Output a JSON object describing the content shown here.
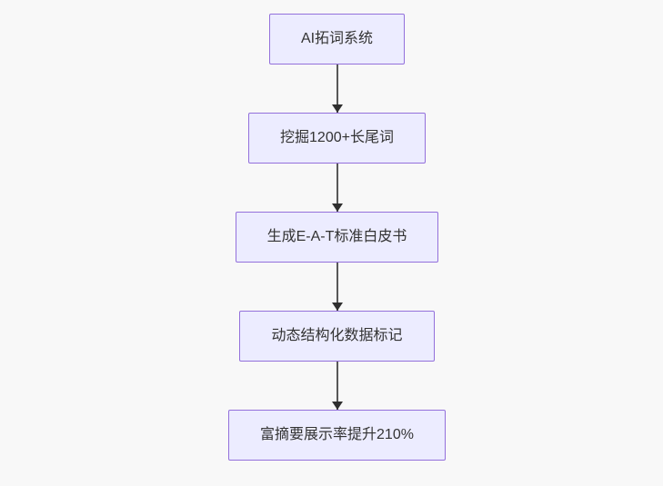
{
  "page": {
    "background_color": "#f8f8f8"
  },
  "flowchart": {
    "type": "flowchart-top-down",
    "direction": "top-to-bottom",
    "colors": {
      "node_fill": "#ECECFF",
      "node_border": "#9370DB",
      "node_text": "#333333",
      "edge_line": "#585858",
      "arrowhead": "#2f2f2f"
    },
    "nodes": [
      {
        "label": "AI拓词系统"
      },
      {
        "label": "挖掘1200+长尾词"
      },
      {
        "label": "生成E-A-T标准白皮书"
      },
      {
        "label": "动态结构化数据标记"
      },
      {
        "label": "富摘要展示率提升210%"
      }
    ],
    "edges": [
      {
        "from": "AI拓词系统",
        "to": "挖掘1200+长尾词"
      },
      {
        "from": "挖掘1200+长尾词",
        "to": "生成E-A-T标准白皮书"
      },
      {
        "from": "生成E-A-T标准白皮书",
        "to": "动态结构化数据标记"
      },
      {
        "from": "动态结构化数据标记",
        "to": "富摘要展示率提升210%"
      }
    ]
  }
}
